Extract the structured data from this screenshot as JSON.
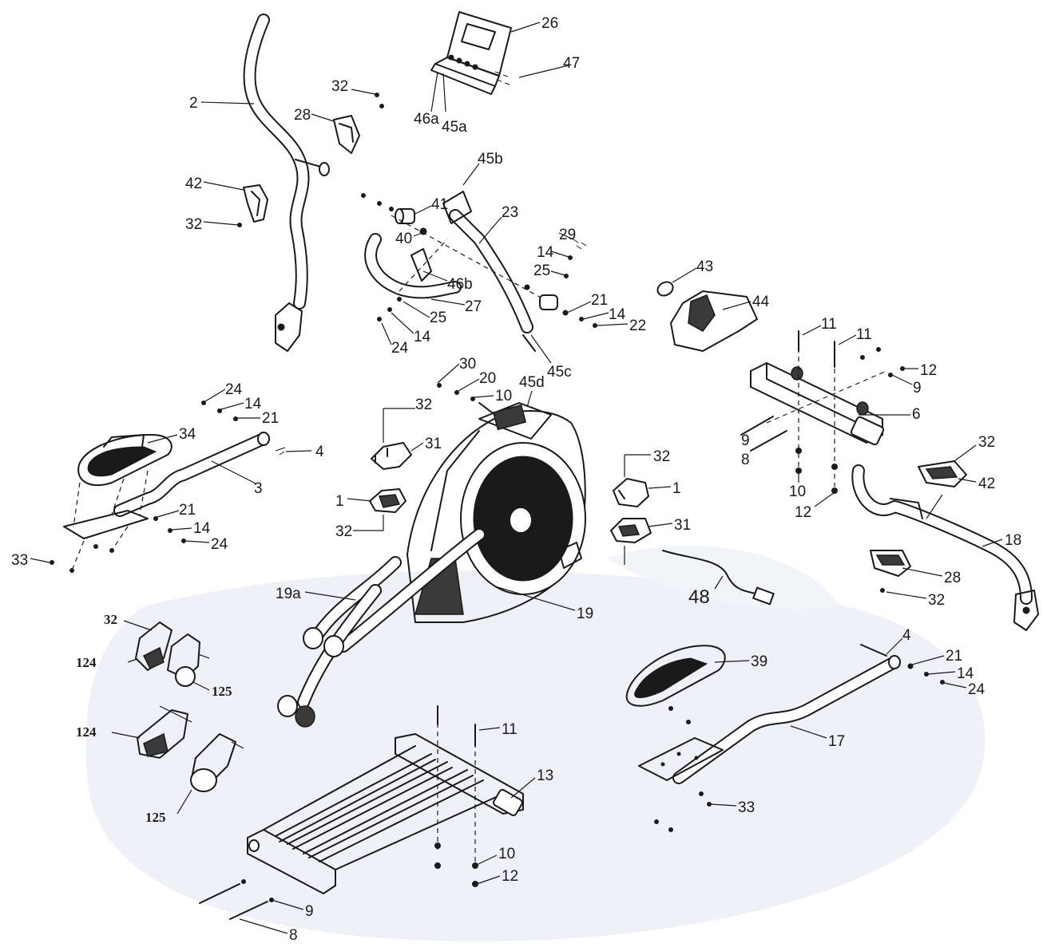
{
  "labels": [
    {
      "text": "26"
    },
    {
      "text": "47"
    },
    {
      "text": "32"
    },
    {
      "text": "46a"
    },
    {
      "text": "45a"
    },
    {
      "text": "2"
    },
    {
      "text": "28"
    },
    {
      "text": "42"
    },
    {
      "text": "32"
    },
    {
      "text": "45b"
    },
    {
      "text": "41"
    },
    {
      "text": "23"
    },
    {
      "text": "40"
    },
    {
      "text": "29"
    },
    {
      "text": "14"
    },
    {
      "text": "25"
    },
    {
      "text": "46b"
    },
    {
      "text": "27"
    },
    {
      "text": "25"
    },
    {
      "text": "14"
    },
    {
      "text": "24"
    },
    {
      "text": "21"
    },
    {
      "text": "14"
    },
    {
      "text": "22"
    },
    {
      "text": "45c"
    },
    {
      "text": "43"
    },
    {
      "text": "44"
    },
    {
      "text": "11"
    },
    {
      "text": "11"
    },
    {
      "text": "12"
    },
    {
      "text": "9"
    },
    {
      "text": "6"
    },
    {
      "text": "9"
    },
    {
      "text": "8"
    },
    {
      "text": "10"
    },
    {
      "text": "12"
    },
    {
      "text": "30"
    },
    {
      "text": "20"
    },
    {
      "text": "10"
    },
    {
      "text": "45d"
    },
    {
      "text": "24"
    },
    {
      "text": "14"
    },
    {
      "text": "21"
    },
    {
      "text": "34"
    },
    {
      "text": "4"
    },
    {
      "text": "3"
    },
    {
      "text": "32"
    },
    {
      "text": "31"
    },
    {
      "text": "1"
    },
    {
      "text": "32"
    },
    {
      "text": "32"
    },
    {
      "text": "1"
    },
    {
      "text": "31"
    },
    {
      "text": "32"
    },
    {
      "text": "42"
    },
    {
      "text": "18"
    },
    {
      "text": "21"
    },
    {
      "text": "14"
    },
    {
      "text": "24"
    },
    {
      "text": "33"
    },
    {
      "text": "48"
    },
    {
      "text": "28"
    },
    {
      "text": "32"
    },
    {
      "text": "19a"
    },
    {
      "text": "19"
    },
    {
      "text": "32"
    },
    {
      "text": "124"
    },
    {
      "text": "125"
    },
    {
      "text": "4"
    },
    {
      "text": "21"
    },
    {
      "text": "39"
    },
    {
      "text": "14"
    },
    {
      "text": "24"
    },
    {
      "text": "124"
    },
    {
      "text": "125"
    },
    {
      "text": "11"
    },
    {
      "text": "13"
    },
    {
      "text": "17"
    },
    {
      "text": "33"
    },
    {
      "text": "10"
    },
    {
      "text": "12"
    },
    {
      "text": "9"
    },
    {
      "text": "8"
    }
  ]
}
